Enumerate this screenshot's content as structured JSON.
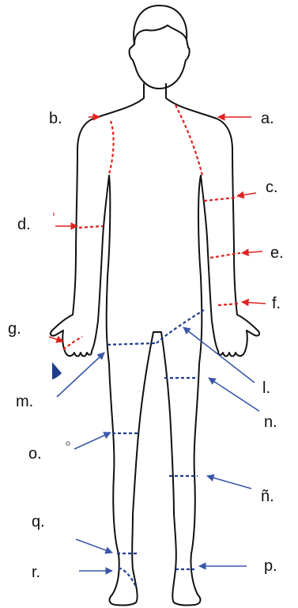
{
  "colors": {
    "outline": "#111111",
    "red": "#e0211f",
    "blue": "#1f3d8f",
    "blue_arrow": "#3a57a8"
  },
  "labels": {
    "a": "a.",
    "b": "b.",
    "c": "c.",
    "d": "d.",
    "e": "e.",
    "f": "f.",
    "g": "g.",
    "l": "l.",
    "m": "m.",
    "n": "n.",
    "o": "o.",
    "n_tilde": "ñ.",
    "p": "p.",
    "q": "q.",
    "r": "r."
  }
}
